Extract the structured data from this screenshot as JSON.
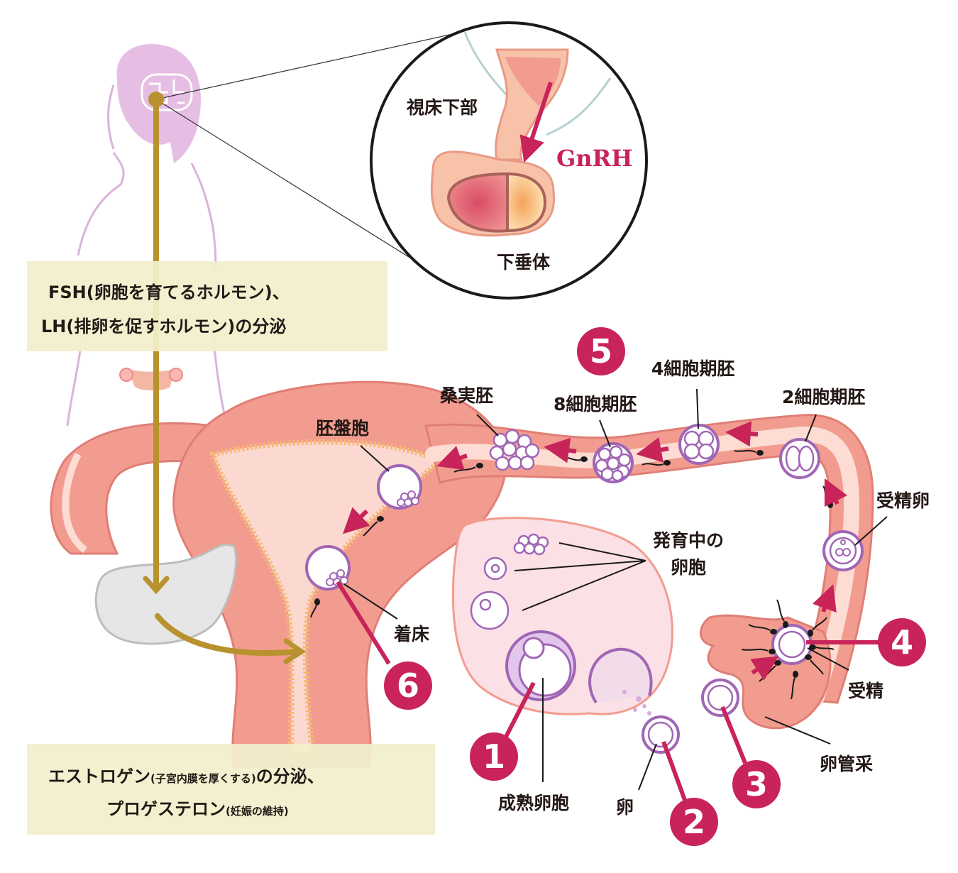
{
  "labels": {
    "hypothalamus": "視床下部",
    "gnrh": "GnRH",
    "pituitary": "下垂体",
    "blastocyst": "胚盤胞",
    "morula": "桑実胚",
    "eight_cell": "8細胞期胚",
    "four_cell": "4細胞期胚",
    "two_cell": "2細胞期胚",
    "fertilized_egg": "受精卵",
    "developing_follicle_1": "発育中の",
    "developing_follicle_2": "卵胞",
    "implantation": "着床",
    "fertilization": "受精",
    "fimbria": "卵管采",
    "mature_follicle": "成熟卵胞",
    "egg": "卵"
  },
  "boxes": {
    "hormone_top": {
      "line1": "FSH(卵胞を育てるホルモン)、",
      "line2": "LH(排卵を促すホルモン)の分泌"
    },
    "hormone_bottom": {
      "line1_main": "エストロゲン",
      "line1_small": "(子宮内膜を厚くする)",
      "line1_tail": "の分泌、",
      "line2_main": "プロゲステロン",
      "line2_small": "(妊娠の維持)"
    }
  },
  "badges": [
    "1",
    "2",
    "3",
    "4",
    "5",
    "6"
  ],
  "colors": {
    "uterus": "#f29c8f",
    "uterus_light": "#fbd9d0",
    "lining": "#f7b977",
    "cell_stroke": "#a066b5",
    "accent": "#c8245a",
    "gold": "#b8922e",
    "box_bg": "#f2efcc"
  }
}
